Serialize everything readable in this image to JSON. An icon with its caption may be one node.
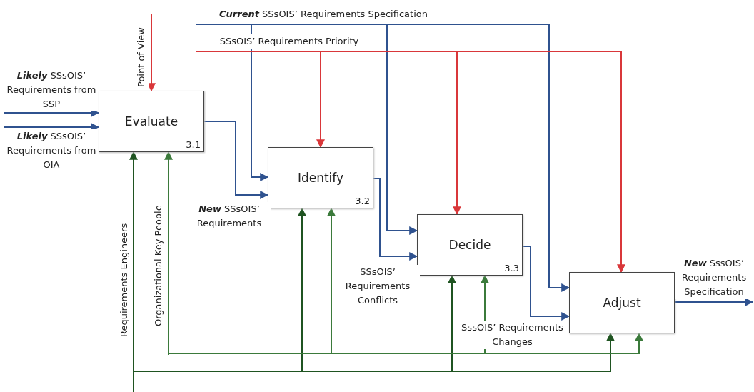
{
  "diagram": {
    "nodes": [
      {
        "text": [
          "Evaluate",
          "3.1"
        ]
      },
      {
        "text": [
          "Identify",
          "3.2"
        ]
      },
      {
        "text": [
          "Decide",
          "3.3"
        ]
      },
      {
        "text": [
          "Adjust"
        ]
      }
    ],
    "edges": [
      {
        "from": null,
        "to": 0,
        "arrow": "to",
        "label": "**Likely** SSsOIS’ Requirements from SSP"
      },
      {
        "from": null,
        "to": 0,
        "arrow": "to",
        "label": "**Likely** SSsOIS’ Requirements from OIA"
      },
      {
        "from": null,
        "to": 0,
        "arrow": "to",
        "label": "Point of View",
        "color": "#d9373a"
      },
      {
        "from": null,
        "to": 1,
        "arrow": "to",
        "label": "**Current** SSsOIS’ Requirements Specification"
      },
      {
        "from": null,
        "to": 2,
        "arrow": "to"
      },
      {
        "from": null,
        "to": 3,
        "arrow": "to"
      },
      {
        "from": null,
        "to": 1,
        "arrow": "to",
        "label": "SSsOIS’ Requirements Priority",
        "color": "#d9373a"
      },
      {
        "from": null,
        "to": 2,
        "arrow": "to",
        "color": "#d9373a"
      },
      {
        "from": null,
        "to": 3,
        "arrow": "to",
        "color": "#d9373a"
      },
      {
        "from": 0,
        "to": 1,
        "arrow": "to",
        "label": "**New** SSsOIS’ Requirements"
      },
      {
        "from": 1,
        "to": 2,
        "arrow": "to",
        "label": "SSsOIS’ Requirements Conflicts"
      },
      {
        "from": 2,
        "to": 3,
        "arrow": "to",
        "label": "SssOIS’ Requirements Changes"
      },
      {
        "from": 3,
        "to": null,
        "arrow": "to",
        "label": "**New** SssOIS’ Requirements Specification"
      },
      {
        "from": null,
        "to": 0,
        "arrow": "to",
        "label": "Requirements Engineers",
        "color": "#1f5421"
      },
      {
        "from": null,
        "to": 1,
        "arrow": "to",
        "color": "#1f5421"
      },
      {
        "from": null,
        "to": 2,
        "arrow": "to",
        "color": "#1f5421"
      },
      {
        "from": null,
        "to": 3,
        "arrow": "to",
        "color": "#1f5421"
      },
      {
        "from": null,
        "to": 0,
        "arrow": "to",
        "label": "Organizational Key People",
        "color": "#3b7a3b"
      },
      {
        "from": null,
        "to": 1,
        "arrow": "to",
        "color": "#3b7a3b"
      },
      {
        "from": null,
        "to": 2,
        "arrow": "to",
        "color": "#3b7a3b"
      },
      {
        "from": null,
        "to": 3,
        "arrow": "to",
        "color": "#3b7a3b"
      }
    ]
  }
}
